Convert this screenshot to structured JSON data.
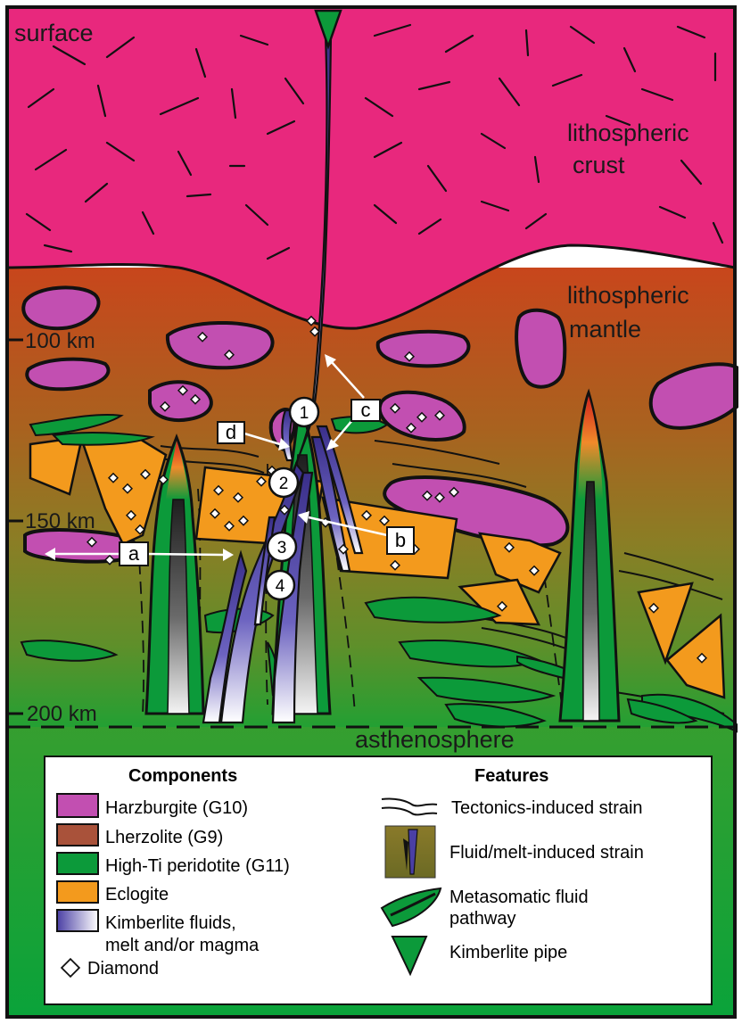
{
  "layers": {
    "surface": "surface",
    "crust_line1": "lithospheric",
    "crust_line2": "crust",
    "mantle_line1": "lithospheric",
    "mantle_line2": "mantle",
    "asthenosphere": "asthenosphere"
  },
  "depths": [
    "100 km",
    "150 km",
    "200 km"
  ],
  "markers": {
    "circles": [
      "1",
      "2",
      "3",
      "4"
    ],
    "boxes": [
      "a",
      "b",
      "c",
      "d"
    ]
  },
  "legend": {
    "components_title": "Components",
    "features_title": "Features",
    "components": [
      {
        "label": "Harzburgite (G10)",
        "color": "#c24fb1"
      },
      {
        "label": "Lherzolite (G9)",
        "color": "#a9523a"
      },
      {
        "label": "High-Ti peridotite (G11)",
        "color": "#0c9a3a"
      },
      {
        "label": "Eclogite",
        "color": "#f39a1d"
      },
      {
        "label": "Kimberlite fluids,",
        "label2": "melt and/or magma",
        "color": "#5b4fb0"
      },
      {
        "label": "Diamond",
        "color": "#ffffff"
      }
    ],
    "features": [
      {
        "label": "Tectonics-induced strain",
        "icon": "strain-lines-icon"
      },
      {
        "label": "Fluid/melt-induced strain",
        "icon": "fluid-strain-icon"
      },
      {
        "label": "Metasomatic fluid",
        "label2": "pathway",
        "icon": "fluid-pathway-icon"
      },
      {
        "label": "Kimberlite pipe",
        "icon": "kimberlite-pipe-icon"
      }
    ]
  },
  "colors": {
    "crust": "#e8287d",
    "mantle_top": "#c8461c",
    "mantle_mid": "#8f7a22",
    "mantle_bottom": "#3f9a2c",
    "harzburgite": "#c24fb1",
    "eclogite": "#f39a1d",
    "peridotite": "#0c9a3a",
    "kimberlite": "#5b4fb0"
  }
}
